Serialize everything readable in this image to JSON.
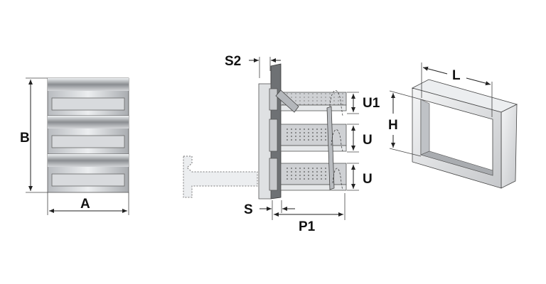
{
  "labels": {
    "drawer_unit": {
      "height": "B",
      "width": "A"
    },
    "mounting": {
      "wall_gap": "S2",
      "top_unit": "U1",
      "unit_1": "U",
      "unit_2": "U",
      "spacing": "S",
      "depth": "P1"
    },
    "frame": {
      "length": "L",
      "height": "H"
    }
  },
  "colors": {
    "metal_light": "#e4e6e8",
    "metal_mid": "#b9bcc0",
    "metal_dark": "#6e7174",
    "outline": "#333333"
  }
}
